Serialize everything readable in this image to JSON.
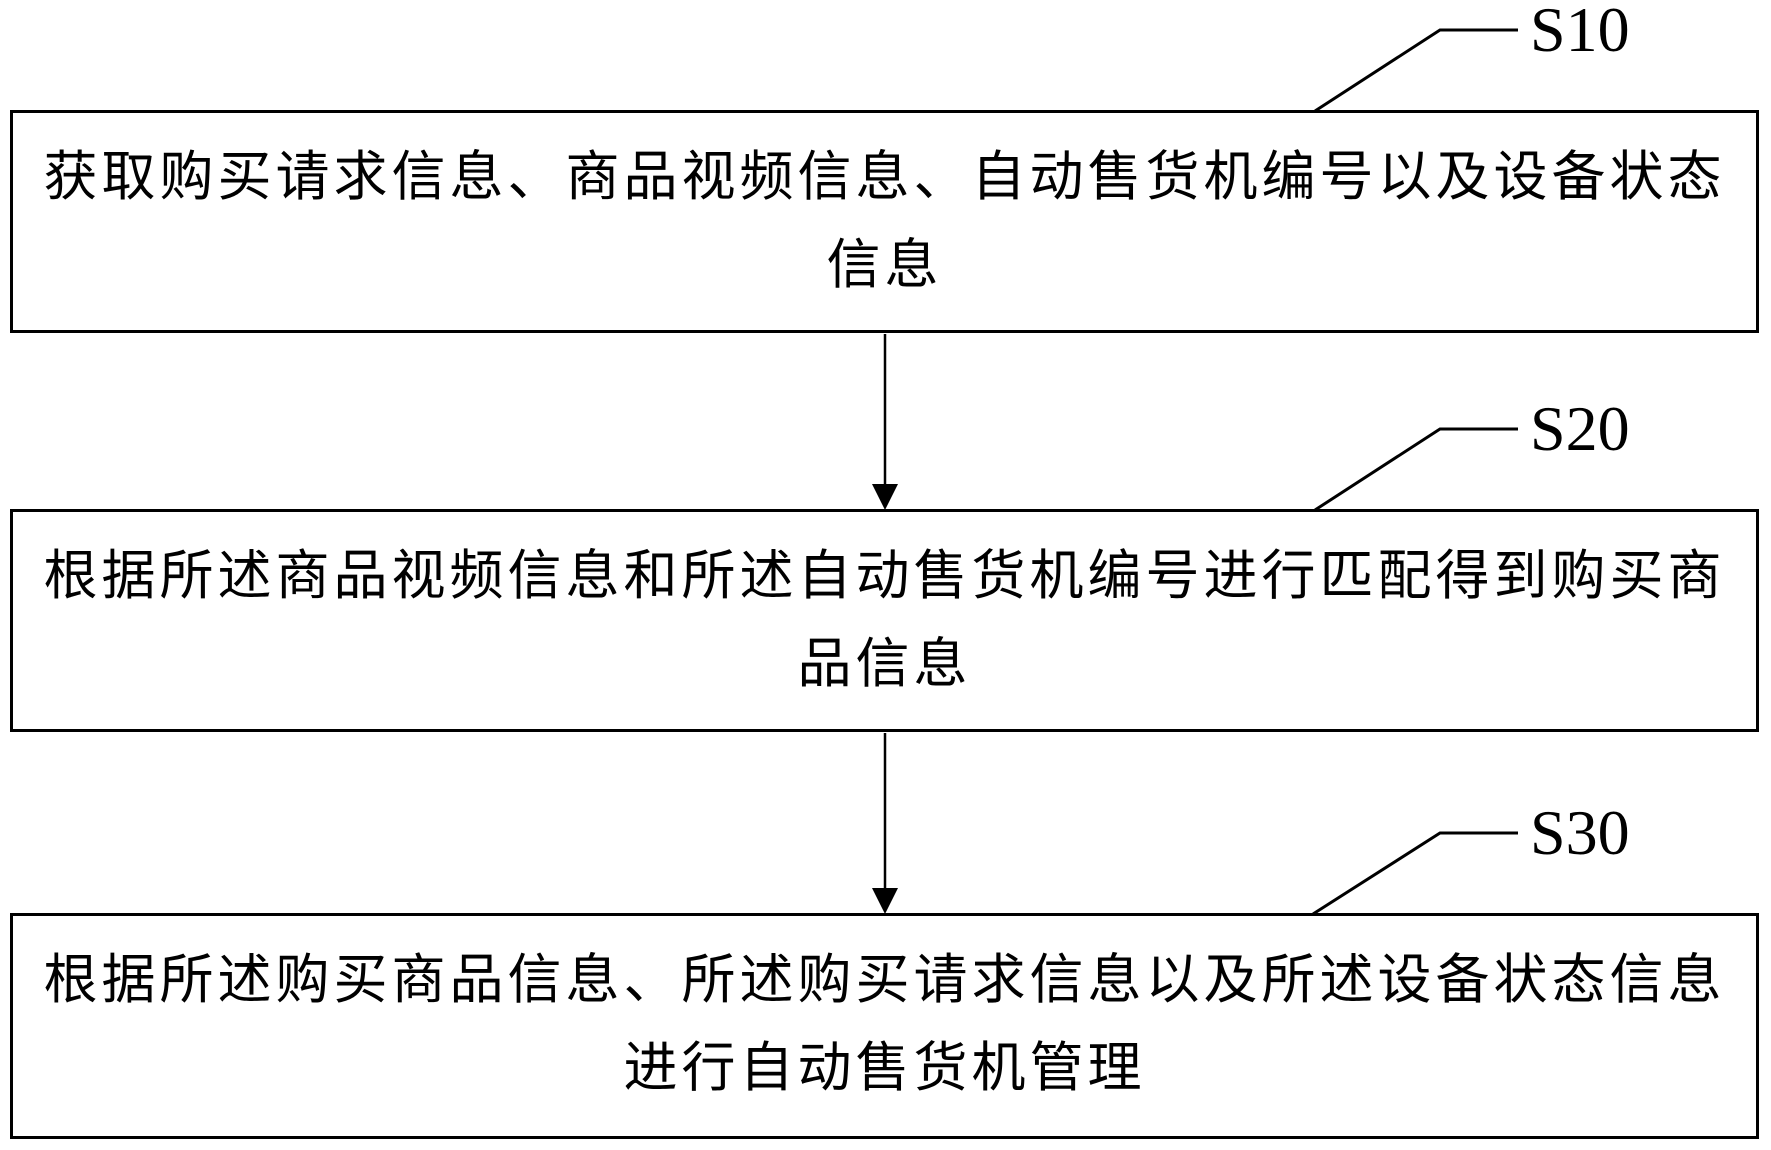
{
  "figure": {
    "background": "#ffffff",
    "line_color": "#000000",
    "text_color": "#000000"
  },
  "steps": [
    {
      "label": "S10",
      "line1": "获取购买请求信息、商品视频信息、自动售货机编号以及设备状态",
      "line2": "信息"
    },
    {
      "label": "S20",
      "line1": "根据所述商品视频信息和所述自动售货机编号进行匹配得到购买商",
      "line2": "品信息"
    },
    {
      "label": "S30",
      "line1": "根据所述购买商品信息、所述购买请求信息以及所述设备状态信息",
      "line2": "进行自动售货机管理"
    }
  ]
}
